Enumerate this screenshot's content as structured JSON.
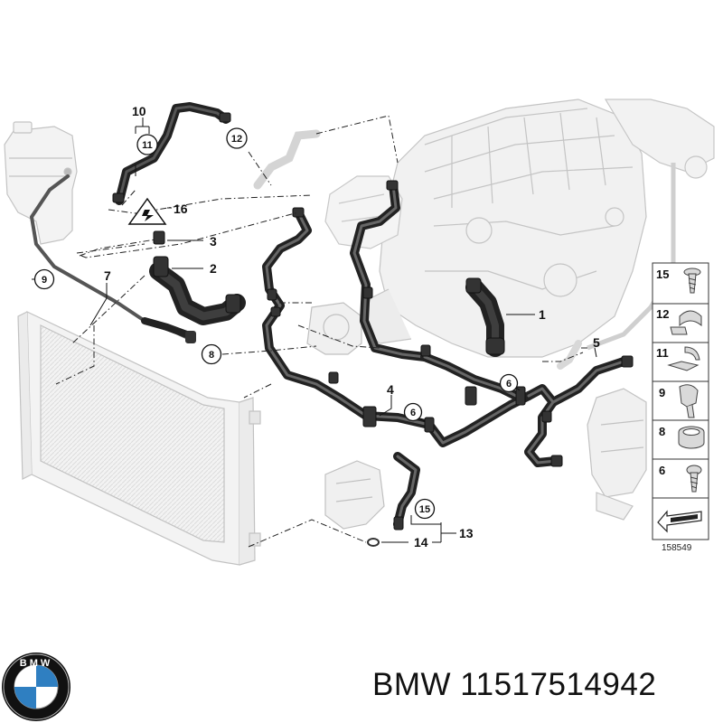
{
  "callouts": [
    {
      "label": "1",
      "circled": false
    },
    {
      "label": "2",
      "circled": false
    },
    {
      "label": "3",
      "circled": false
    },
    {
      "label": "4",
      "circled": false
    },
    {
      "label": "5",
      "circled": false
    },
    {
      "label": "6",
      "circled": true
    },
    {
      "label": "6",
      "circled": true
    },
    {
      "label": "7",
      "circled": false
    },
    {
      "label": "8",
      "circled": true
    },
    {
      "label": "9",
      "circled": true
    },
    {
      "label": "10",
      "circled": false
    },
    {
      "label": "11",
      "circled": true
    },
    {
      "label": "12",
      "circled": true
    },
    {
      "label": "13",
      "circled": false
    },
    {
      "label": "14",
      "circled": false
    },
    {
      "label": "15",
      "circled": true
    },
    {
      "label": "16",
      "circled": false
    }
  ],
  "parts_legend": [
    {
      "label": "15",
      "icon": "screw-clip-icon"
    },
    {
      "label": "12",
      "icon": "spring-clip-icon"
    },
    {
      "label": "11",
      "icon": "hose-clip-icon"
    },
    {
      "label": "9",
      "icon": "holder-clip-icon"
    },
    {
      "label": "8",
      "icon": "hose-clamp-icon"
    },
    {
      "label": "6",
      "icon": "bolt-icon"
    }
  ],
  "diagram_ref": "158549",
  "caption": "BMW 11517514942",
  "logo_letters": "BMW",
  "colors": {
    "line": "#111111",
    "part_fill": "#f2f2f2",
    "part_stroke": "#bbbbbb",
    "hose": "#2b2b2b",
    "bmw_blue": "#2f7fc1"
  }
}
